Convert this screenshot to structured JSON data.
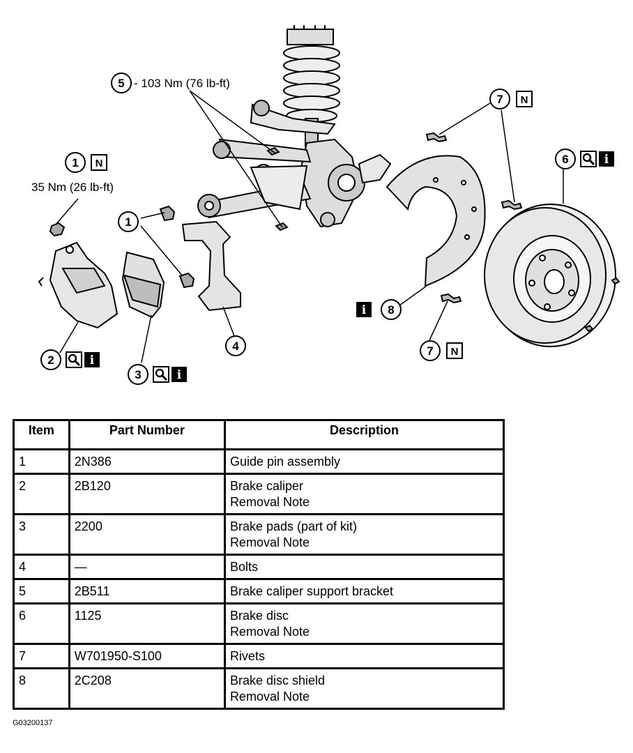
{
  "diagram": {
    "callouts": {
      "torque_5": "- 103 Nm (76 lb-ft)",
      "torque_1": "35 Nm (26 lb-ft)",
      "n_label": "N",
      "info_label": "i"
    },
    "markers": [
      {
        "id": "1a",
        "num": "1"
      },
      {
        "id": "1b",
        "num": "1"
      },
      {
        "id": "2",
        "num": "2"
      },
      {
        "id": "3",
        "num": "3"
      },
      {
        "id": "4",
        "num": "4"
      },
      {
        "id": "5",
        "num": "5"
      },
      {
        "id": "6",
        "num": "6"
      },
      {
        "id": "7a",
        "num": "7"
      },
      {
        "id": "7b",
        "num": "7"
      },
      {
        "id": "8",
        "num": "8"
      }
    ]
  },
  "table": {
    "headers": [
      "Item",
      "Part Number",
      "Description"
    ],
    "rows": [
      {
        "item": "1",
        "part": "2N386",
        "desc": "Guide pin assembly",
        "note": ""
      },
      {
        "item": "2",
        "part": "2B120",
        "desc": "Brake caliper",
        "note": "Removal Note"
      },
      {
        "item": "3",
        "part": "2200",
        "desc": "Brake pads (part of kit)",
        "note": "Removal Note"
      },
      {
        "item": "4",
        "part": "—",
        "desc": "Bolts",
        "note": ""
      },
      {
        "item": "5",
        "part": "2B511",
        "desc": "Brake caliper support bracket",
        "note": ""
      },
      {
        "item": "6",
        "part": "1125",
        "desc": "Brake disc",
        "note": "Removal Note"
      },
      {
        "item": "7",
        "part": "W701950-S100",
        "desc": "Rivets",
        "note": ""
      },
      {
        "item": "8",
        "part": "2C208",
        "desc": "Brake disc shield",
        "note": "Removal Note"
      }
    ]
  },
  "figure_code": "G03200137"
}
